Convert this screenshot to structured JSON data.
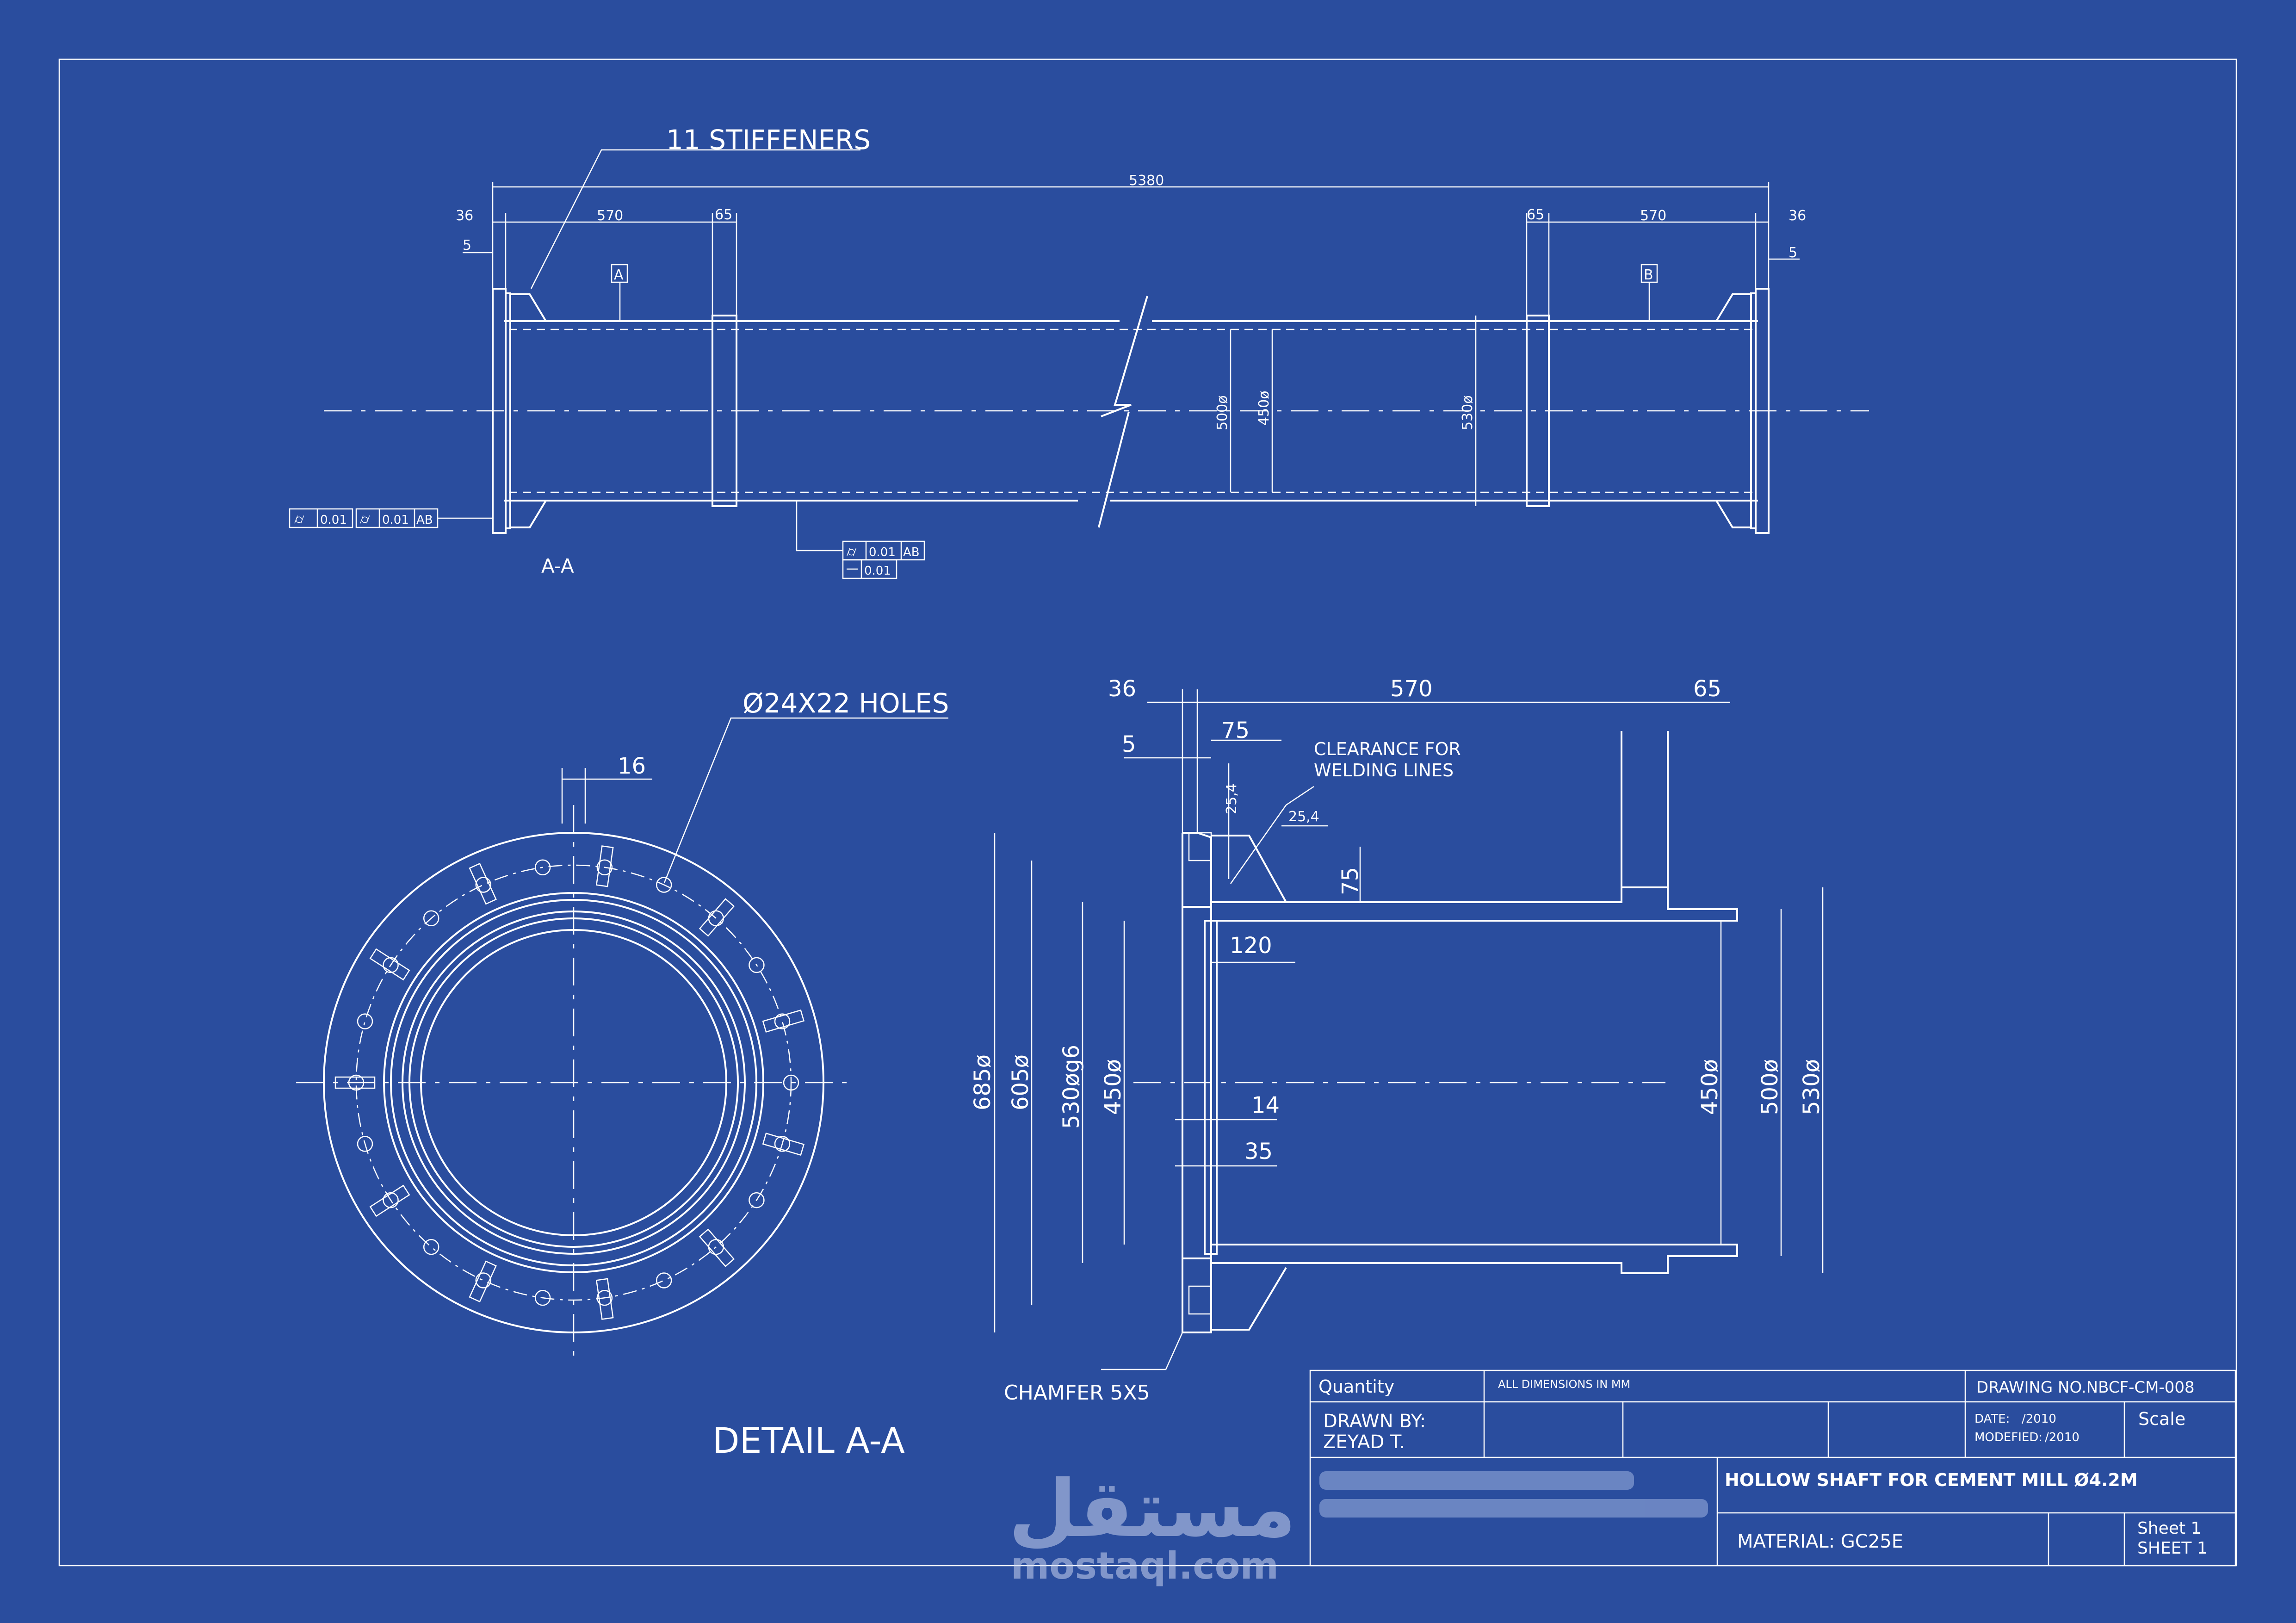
{
  "colors": {
    "background": "#2a4d9e",
    "line": "#ffffff"
  },
  "top_view": {
    "stiffeners_label": "11 STIFFENERS",
    "overall_length": "5380",
    "dims": {
      "left_36": "36",
      "left_5": "5",
      "left_570": "570",
      "left_65": "65",
      "right_65": "65",
      "right_570": "570",
      "right_36": "36",
      "right_5": "5"
    },
    "diameters": {
      "d500": "500ø",
      "d450": "450ø",
      "d530": "530ø"
    },
    "datum_a": "A",
    "datum_b": "B",
    "tol_left_1": "0.01",
    "tol_left_2": "0.01",
    "tol_left_ref": "AB",
    "tol_mid_1": "0.01",
    "tol_mid_ref": "AB",
    "tol_mid_2": "0.01",
    "section_label": "A-A"
  },
  "flange_view": {
    "holes_label": "Ø24X22 HOLES",
    "dim_16": "16"
  },
  "detail": {
    "dim_36": "36",
    "dim_570": "570",
    "dim_65": "65",
    "dim_5": "5",
    "dim_75_top": "75",
    "dim_25_4_v": "25,4",
    "dim_25_4_h": "25,4",
    "dim_75_side": "75",
    "dim_120": "120",
    "dim_14": "14",
    "dim_35": "35",
    "clearance_label_1": "CLEARANCE FOR",
    "clearance_label_2": "WELDING LINES",
    "d685": "685ø",
    "d605": "605ø",
    "d530g6": "530øg6",
    "d450_left": "450ø",
    "d450_right": "450ø",
    "d500": "500ø",
    "d530": "530ø",
    "chamfer_label": "CHAMFER 5X5",
    "title": "DETAIL A-A"
  },
  "title_block": {
    "quantity": "Quantity",
    "all_dims": "ALL DIMENSIONS IN MM",
    "drawing_no": "DRAWING NO.NBCF-CM-008",
    "drawn_by_label": "DRAWN  BY:",
    "drawn_by_name": "ZEYAD  T.",
    "date": "DATE:",
    "date_val": "/2010",
    "modified": "MODEFIED:",
    "modified_val": "/2010",
    "scale": "Scale",
    "part_title": "HOLLOW SHAFT FOR CEMENT MILL Ø4.2M",
    "material": "MATERIAL:  GC25E",
    "sheet_1": "Sheet  1",
    "sheet_2": "SHEET  1"
  },
  "watermark": {
    "arabic": "مستقل",
    "latin": "mostaql.com"
  }
}
